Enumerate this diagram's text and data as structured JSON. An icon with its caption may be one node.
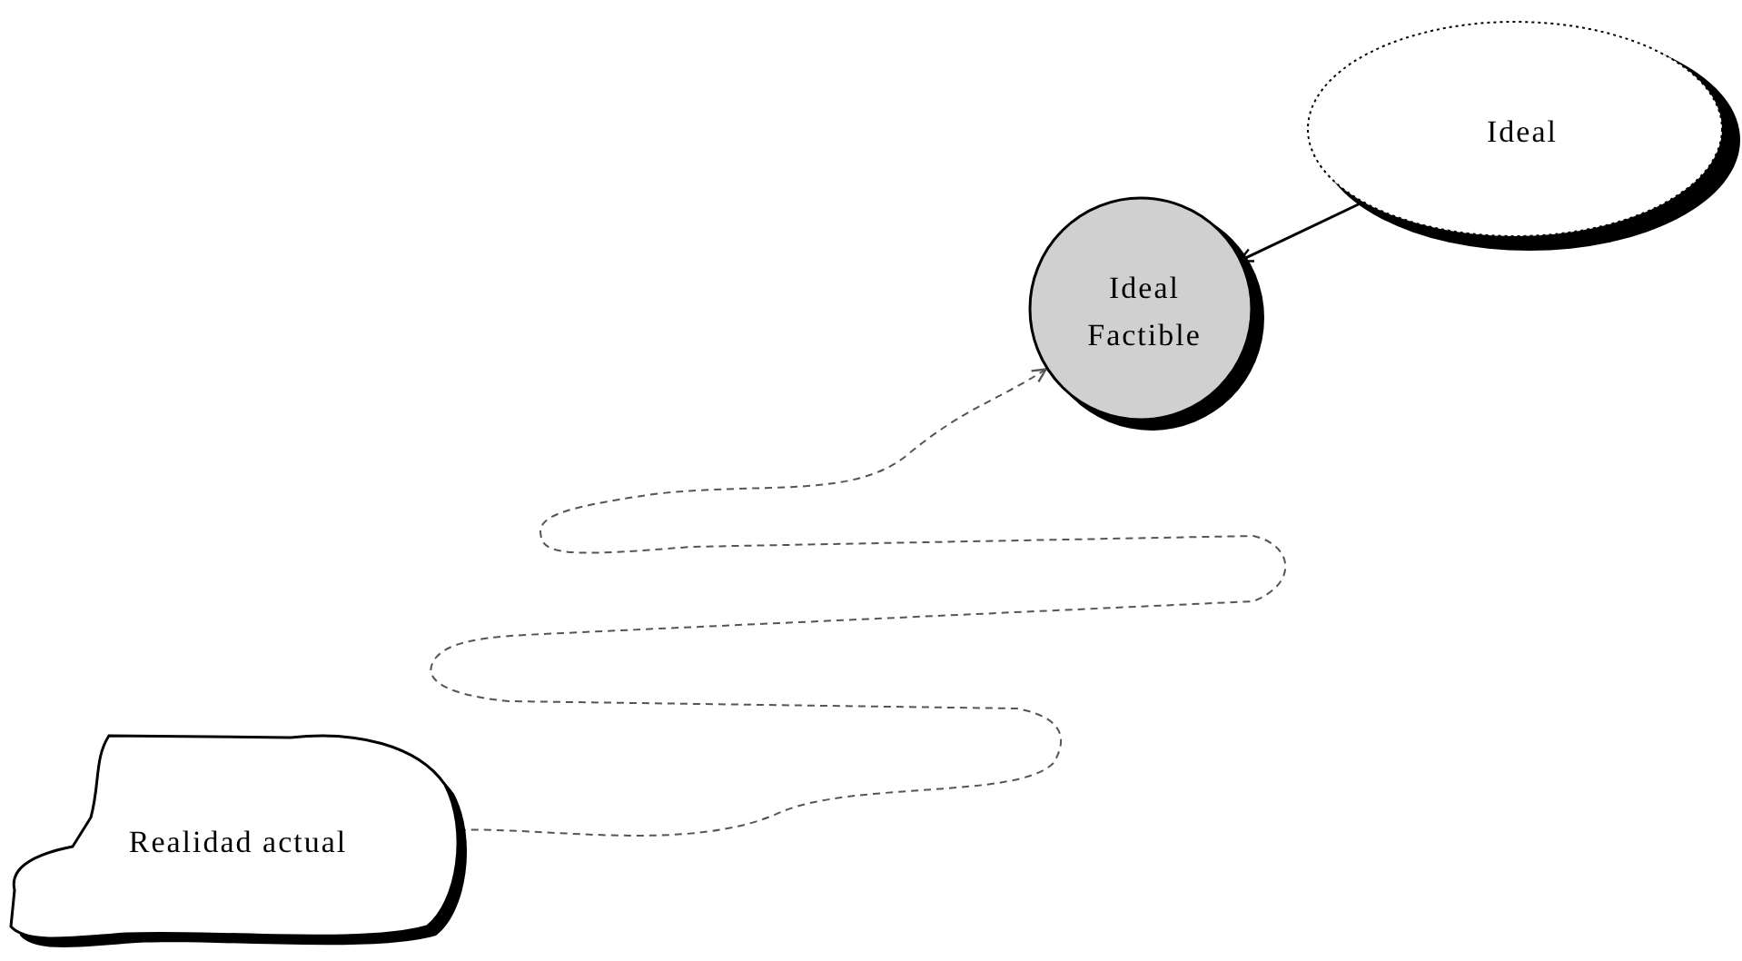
{
  "diagram": {
    "nodes": [
      {
        "text": [
          "Ideal"
        ]
      },
      {
        "text": [
          "Ideal Factible"
        ]
      },
      {
        "text": [
          "Realidad actual"
        ]
      }
    ],
    "edges": [
      {
        "from": 0,
        "to": 1,
        "arrow": "to"
      },
      {
        "from": 2,
        "to": 1,
        "arrow": "to",
        "style": "dashed",
        "color": "#555555"
      }
    ]
  }
}
